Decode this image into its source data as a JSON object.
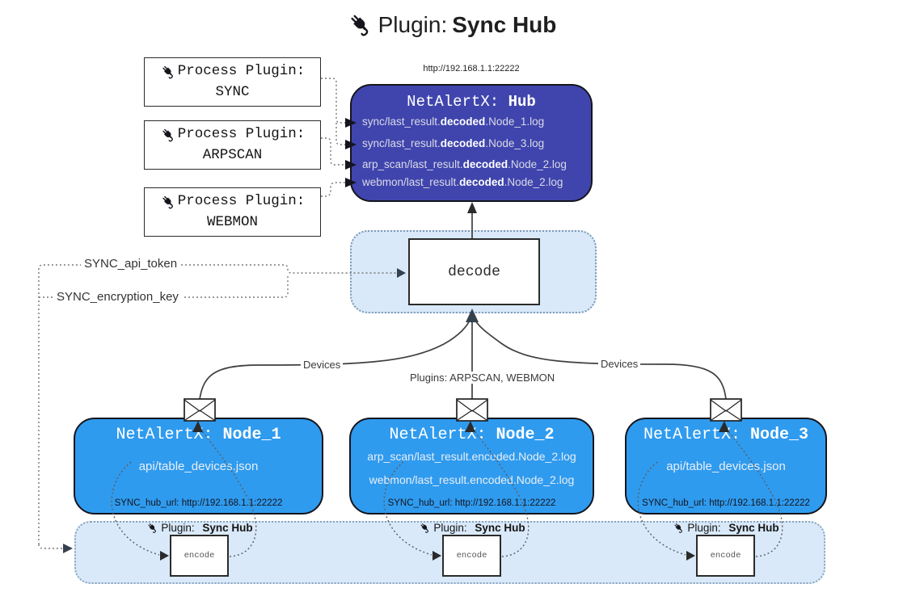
{
  "title": {
    "label": "Plugin:",
    "label_bold": "Sync Hub"
  },
  "process_plugins": [
    {
      "line1": "Process Plugin:",
      "line2": "SYNC"
    },
    {
      "line1": "Process Plugin:",
      "line2": "ARPSCAN"
    },
    {
      "line1": "Process Plugin:",
      "line2": "WEBMON"
    }
  ],
  "hub": {
    "url": "http://192.168.1.1:22222",
    "name": "NetAlertX: ",
    "name_bold": "Hub",
    "rows": [
      {
        "pre": "sync/last_result.",
        "bold": "decoded",
        "post": ".Node_1.log"
      },
      {
        "pre": "sync/last_result.",
        "bold": "decoded",
        "post": ".Node_3.log"
      },
      {
        "pre": "arp_scan/last_result.",
        "bold": "decoded",
        "post": ".Node_2.log"
      },
      {
        "pre": "webmon/last_result.",
        "bold": "decoded",
        "post": ".Node_2.log"
      }
    ]
  },
  "decode_box": {
    "label": "decode"
  },
  "config": {
    "api_token": "SYNC_api_token",
    "encryption_key": "SYNC_encryption_key"
  },
  "edge_labels": {
    "devices_left": "Devices",
    "plugins_middle": "Plugins: ARPSCAN, WEBMON",
    "devices_right": "Devices"
  },
  "nodes": [
    {
      "name": "NetAlertX: ",
      "name_bold": "Node_1",
      "rows": [
        "api/table_devices.json"
      ],
      "hub_url": "SYNC_hub_url: http://192.168.1.1:22222"
    },
    {
      "name": "NetAlertX: ",
      "name_bold": "Node_2",
      "rows": [
        "arp_scan/last_result.encoded.Node_2.log",
        "webmon/last_result.encoded.Node_2.log"
      ],
      "hub_url": "SYNC_hub_url: http://192.168.1.1:22222"
    },
    {
      "name": "NetAlertX: ",
      "name_bold": "Node_3",
      "rows": [
        "api/table_devices.json"
      ],
      "hub_url": "SYNC_hub_url: http://192.168.1.1:22222"
    }
  ],
  "encode_band": {
    "items": [
      {
        "plugin": "Plugin:",
        "plugin_bold": "Sync Hub",
        "box": "encode"
      },
      {
        "plugin": "Plugin:",
        "plugin_bold": "Sync Hub",
        "box": "encode"
      },
      {
        "plugin": "Plugin:",
        "plugin_bold": "Sync Hub",
        "box": "encode"
      }
    ]
  },
  "colors": {
    "hub_bg": "#4045ad",
    "node_bg": "#2f9bef",
    "container_bg": "#d9e9f9",
    "line": "#3f3f3f",
    "hub_text": "#d9dae6",
    "node_text": "#e8eef5"
  }
}
